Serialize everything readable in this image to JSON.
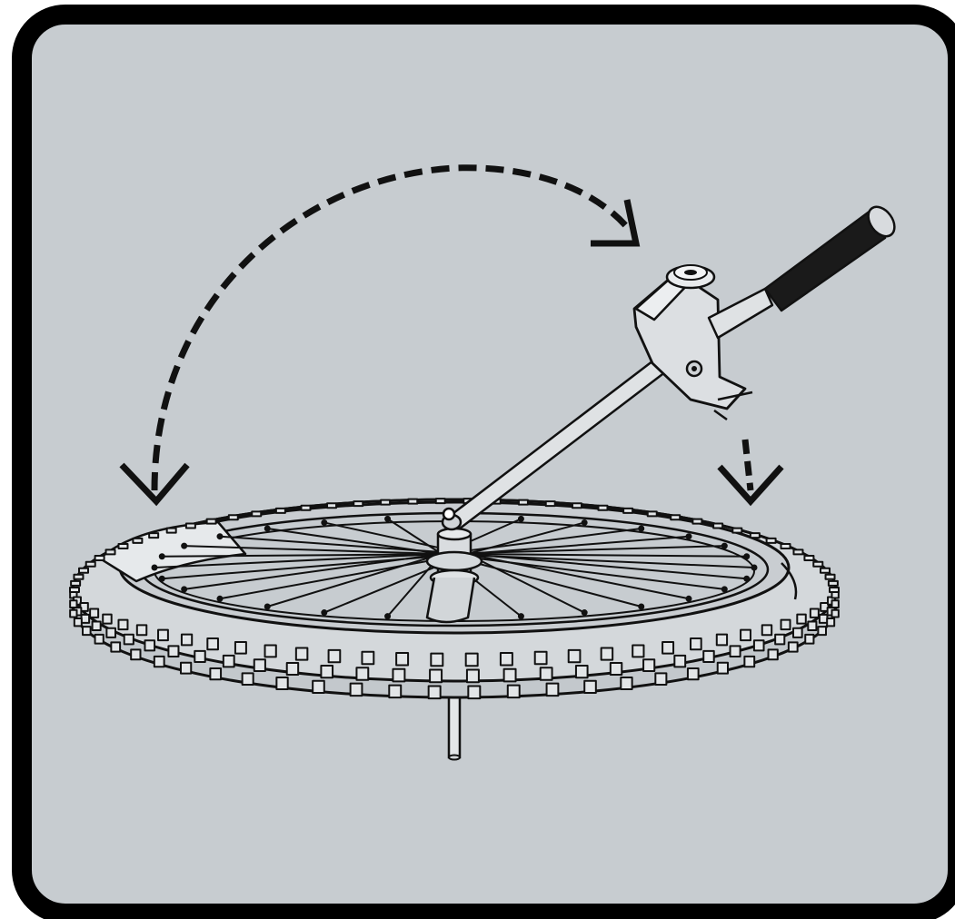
{
  "figure": {
    "kind": "illustration",
    "subject": "wheel-truing-tool-mounting-step",
    "background_color": "#c7ccd0",
    "panel_color": "#c7ccd0",
    "border_color": "#000000",
    "outer_margin_color": "#ffffff"
  },
  "elements": {
    "wheel": {
      "icon": "bicycle-wheel-icon",
      "tread_rows": 3
    },
    "tool": {
      "icon": "truing-gauge-tool-icon"
    },
    "axle": {
      "icon": "axle-icon"
    },
    "arrows": [
      {
        "icon": "dashed-curved-arrow-icon",
        "style": "dashed"
      },
      {
        "icon": "dashed-down-arrow-icon",
        "style": "dashed"
      }
    ]
  }
}
